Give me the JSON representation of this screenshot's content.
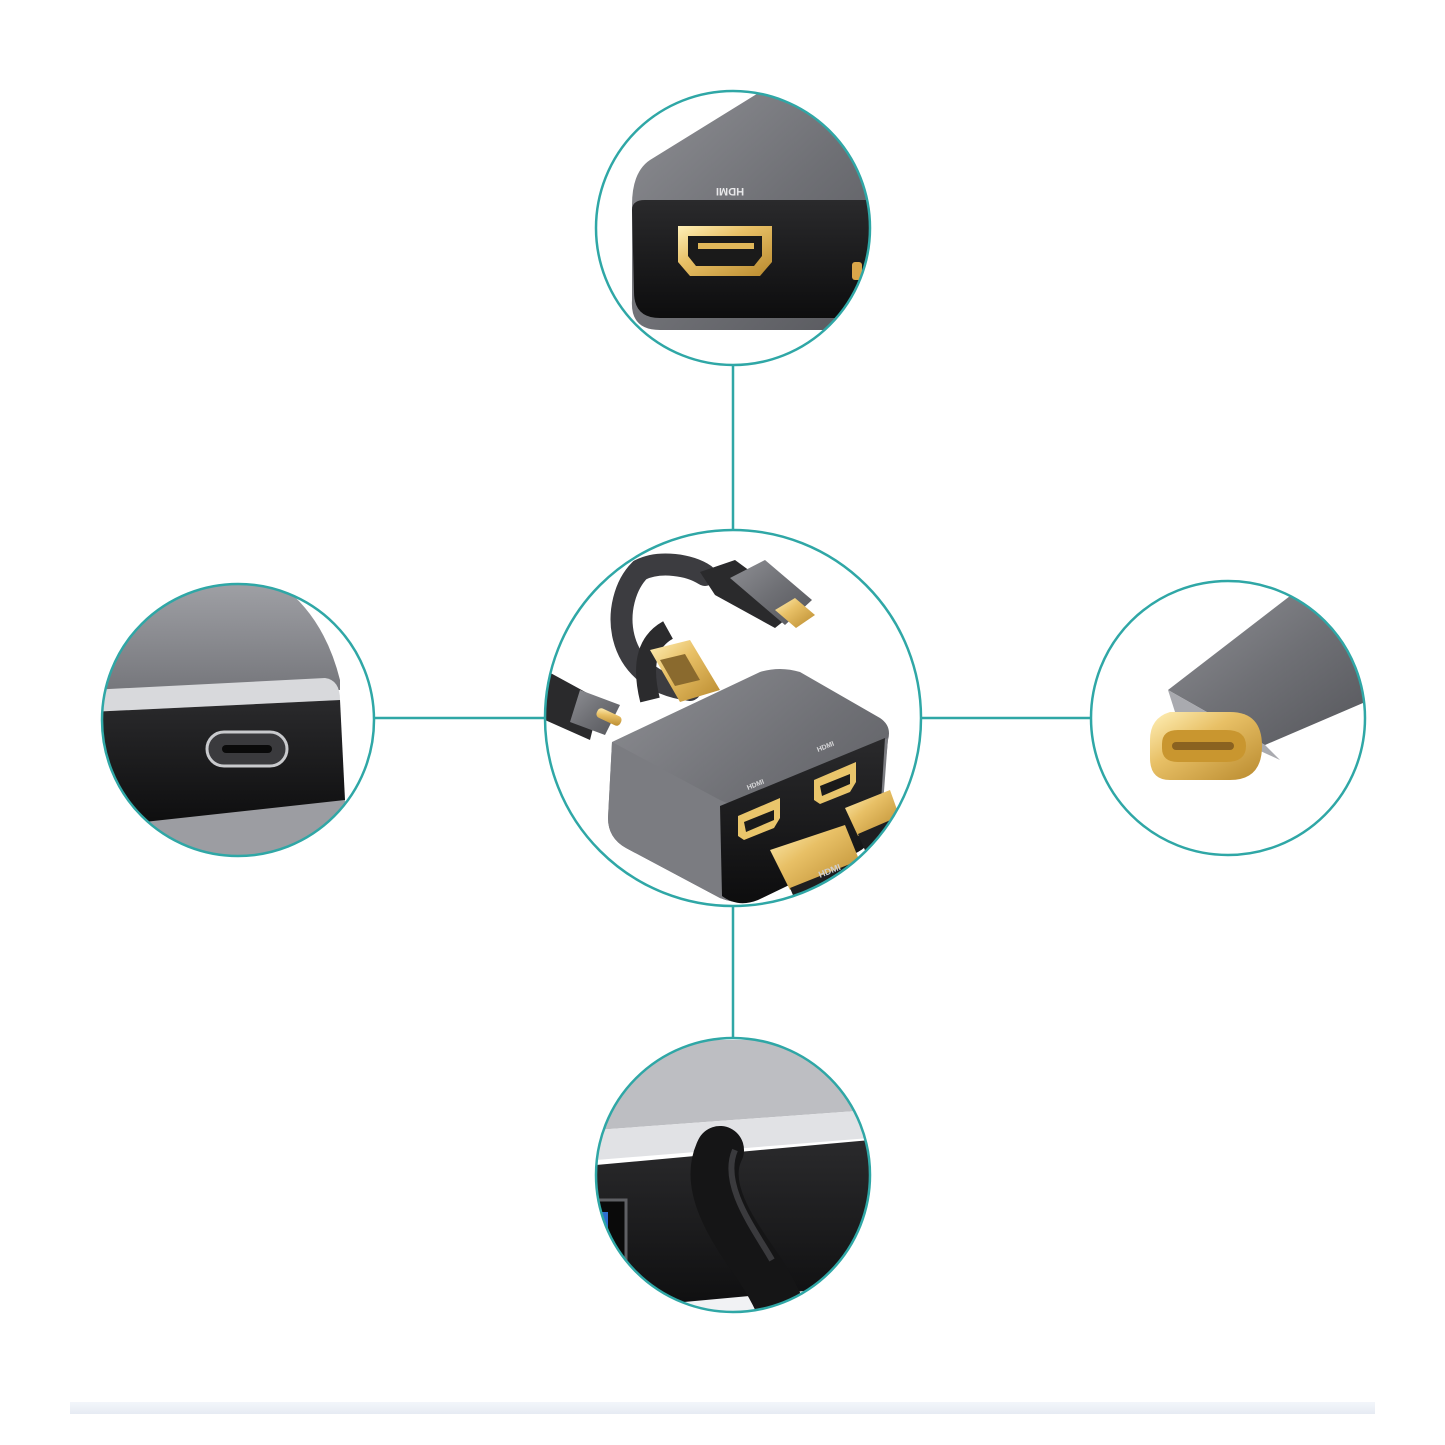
{
  "accent_color": "#2fa7a6",
  "port_labels": {
    "hdmi_top_closeup": "HDMI",
    "hdmi_left_port": "HDMI",
    "hdmi_right_port": "HDMI",
    "hdmi_plug": "HDMI"
  },
  "callouts": [
    {
      "name": "hdmi-port-closeup",
      "icon": "hdmi-port-icon"
    },
    {
      "name": "usb-c-port-closeup",
      "icon": "usb-c-port-icon"
    },
    {
      "name": "usb-c-plug-closeup",
      "icon": "usb-c-plug-icon"
    },
    {
      "name": "usb-a-port-closeup",
      "icon": "usb-a-port-icon"
    }
  ]
}
